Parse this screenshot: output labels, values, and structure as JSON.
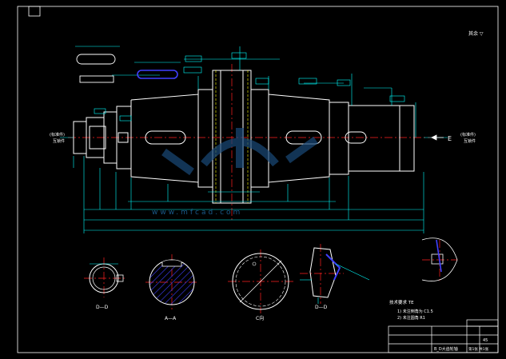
{
  "drawing": {
    "top_right_label": "其余 ▽",
    "left_callout_1": "(标准件)",
    "left_callout_2": "互锁件",
    "right_callout_1": "(标准件)",
    "right_callout_2": "互锁件",
    "section_arrow_label": "E",
    "view_labels": {
      "section_dd": "D—D",
      "section_aa": "A—A",
      "section_c": "C向",
      "view_dd": "D—D"
    },
    "watermark": "www.mfcad.com",
    "notes": {
      "title": "技术要求 TE",
      "item1": "1) 未注倒角为 C1.5",
      "item2": "2) 未注圆角 R1"
    },
    "title_block": {
      "part_name": "B_D大齿轮轴",
      "drawing_no": "第1张 共1张",
      "material": "45"
    },
    "colors": {
      "background": "#000000",
      "outline": "#ffffff",
      "centerline": "#ff2020",
      "dimension": "#00ffff",
      "hidden": "#ffff00",
      "hatch": "#4040ff"
    }
  }
}
